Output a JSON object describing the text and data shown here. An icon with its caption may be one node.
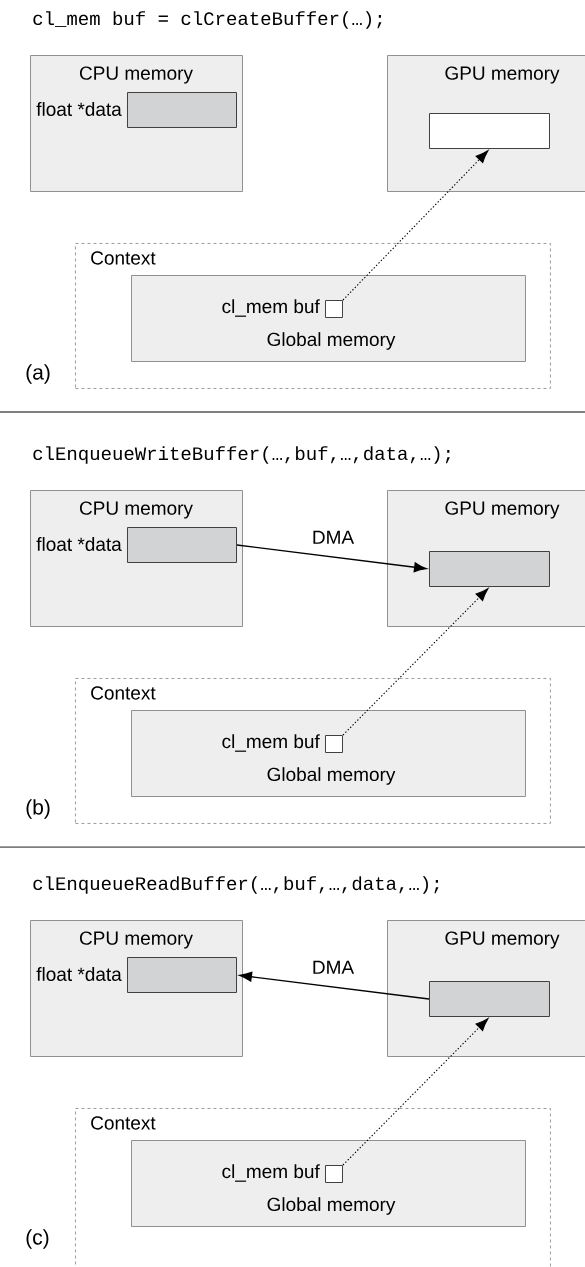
{
  "diagram": {
    "nodes": [
      {
        "text": [
          "CPU memory"
        ]
      },
      {
        "text": [],
        "shape": "box",
        "in": 0,
        "beside": [
          "float *data"
        ]
      },
      {
        "text": [
          "GPU memory"
        ]
      },
      {
        "text": [],
        "shape": "box",
        "in": 2
      },
      {
        "text": [
          "Context"
        ]
      },
      {
        "text": [
          "Global memory"
        ],
        "in": 4
      },
      {
        "text": [],
        "shape": "box",
        "in": 5,
        "beside": [
          "cl_mem buf"
        ]
      },
      {
        "text": [
          "CPU memory"
        ]
      },
      {
        "text": [],
        "shape": "box",
        "in": 7,
        "beside": [
          "float *data"
        ]
      },
      {
        "text": [
          "GPU memory"
        ]
      },
      {
        "text": [],
        "shape": "box",
        "in": 9
      },
      {
        "text": [
          "Context"
        ]
      },
      {
        "text": [
          "Global memory"
        ],
        "in": 11
      },
      {
        "text": [],
        "shape": "box",
        "in": 12,
        "beside": [
          "cl_mem buf"
        ]
      },
      {
        "text": [
          "CPU memory"
        ]
      },
      {
        "text": [],
        "shape": "box",
        "in": 14,
        "beside": [
          "float *data"
        ]
      },
      {
        "text": [
          "GPU memory"
        ]
      },
      {
        "text": [],
        "shape": "box",
        "in": 16
      },
      {
        "text": [
          "Context"
        ]
      },
      {
        "text": [
          "Global memory"
        ],
        "in": 18
      },
      {
        "text": [],
        "shape": "box",
        "in": 19,
        "beside": [
          "cl_mem buf"
        ]
      }
    ],
    "edges": [
      {
        "from": 6,
        "to": 3,
        "arrow": "to",
        "style": "dashed"
      },
      {
        "from": 8,
        "to": 10,
        "arrow": "to",
        "label": "DMA"
      },
      {
        "from": 13,
        "to": 10,
        "arrow": "to",
        "style": "dashed"
      },
      {
        "from": 17,
        "to": 15,
        "arrow": "to",
        "label": "DMA"
      },
      {
        "from": 20,
        "to": 17,
        "arrow": "to",
        "style": "dashed"
      }
    ],
    "labels": [
      "cl_mem buf = clCreateBuffer(…);",
      "(a)",
      "clEnqueueWriteBuffer(…,buf,…,data,…);",
      "(b)",
      "clEnqueueReadBuffer(…,buf,…,data,…);",
      "(c)"
    ]
  }
}
